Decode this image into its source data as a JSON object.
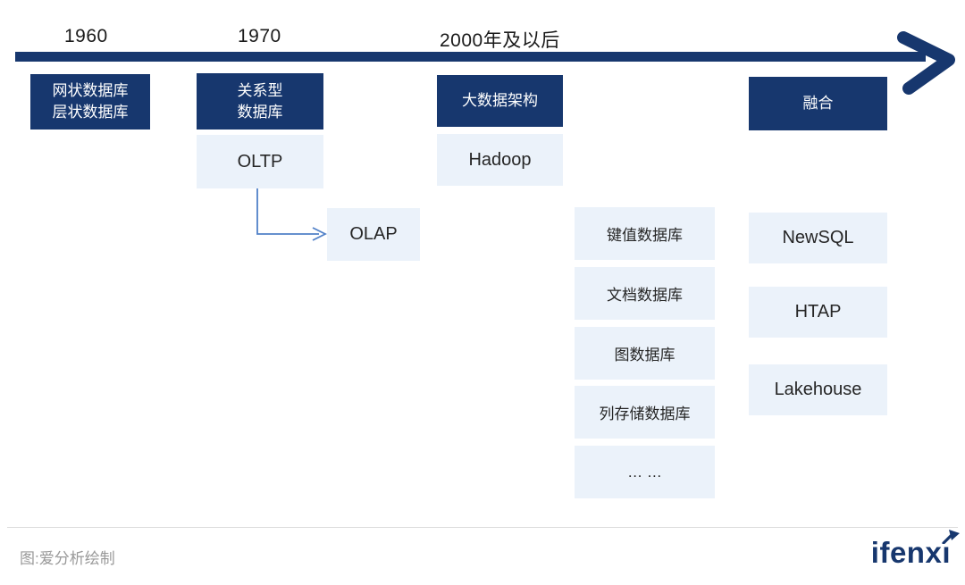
{
  "colors": {
    "navy": "#17376E",
    "light_box": "#EBF2FA",
    "connector_blue": "#5181C8",
    "footer_gray": "#999999"
  },
  "timeline": {
    "year_labels": [
      "1960",
      "1970",
      "2000年及以后"
    ]
  },
  "stages": {
    "stage1960": {
      "line1": "网状数据库",
      "line2": "层状数据库"
    },
    "stage1970": {
      "line1": "关系型",
      "line2": "数据库"
    },
    "stage2000": {
      "label": "大数据架构"
    },
    "fusion": {
      "label": "融合"
    }
  },
  "items": {
    "oltp": "OLTP",
    "olap": "OLAP",
    "hadoop": "Hadoop",
    "nosql": [
      "键值数据库",
      "文档数据库",
      "图数据库",
      "列存储数据库",
      "… …"
    ],
    "fusion_items": [
      "NewSQL",
      "HTAP",
      "Lakehouse"
    ]
  },
  "footer": {
    "caption": "图:爱分析绘制",
    "logo": {
      "head": "ifenx",
      "tail": "ı",
      "full": "ifenxi"
    }
  }
}
